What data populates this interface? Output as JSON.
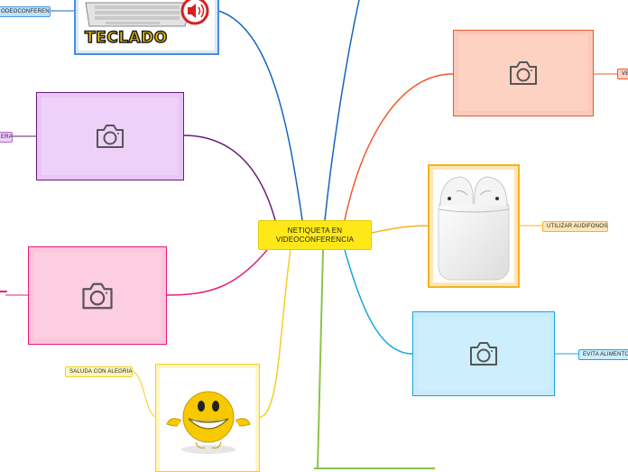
{
  "map": {
    "central_topic": {
      "line1": "NETIQUETA EN",
      "line2": "VIDEOCONFERENCIA"
    },
    "branches": {
      "teclado": {
        "image_text": "TECLADO",
        "label": "ODEOCONFERENCIA.",
        "color": "#1565c0"
      },
      "purple": {
        "label": "ERA.",
        "color": "#6a1b7a"
      },
      "pink": {
        "label": "",
        "color": "#e91e7a"
      },
      "saluda": {
        "label": "SALUDA CON ALEGRIA.",
        "color": "#f2d024"
      },
      "orange": {
        "label": "VE",
        "color": "#f0582a"
      },
      "audifonos": {
        "label": "UTILIZAR AUDIFONOS.",
        "color": "#f5b320"
      },
      "alimentos": {
        "label": "EVITA ALIMENTOS",
        "color": "#19a7db"
      },
      "green": {
        "color": "#8bc34a"
      }
    }
  }
}
